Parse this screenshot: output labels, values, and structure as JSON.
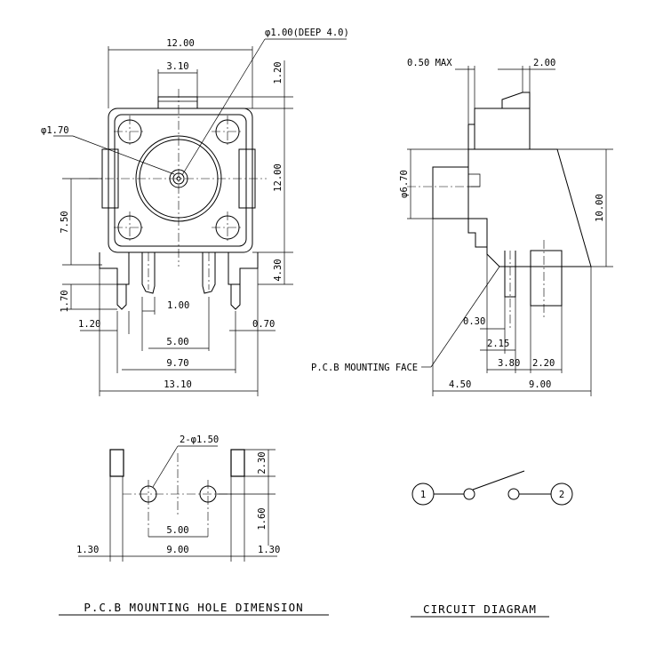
{
  "front_view": {
    "width_label": "12.00",
    "actuator_width_label": "3.10",
    "hole_depth_label": "φ1.00(DEEP 4.0)",
    "corner_hole_label": "φ1.70",
    "actuator_height_label": "1.20",
    "body_height_label": "12.00",
    "offset_label": "7.50",
    "terminal_height_label": "4.30",
    "tab_label": "1.70",
    "pin_width_label": "1.00",
    "left_offset_label": "1.20",
    "right_offset_label": "0.70",
    "pin_spacing_label": "5.00",
    "outer_span_label": "9.70",
    "total_width_label": "13.10"
  },
  "side_view": {
    "max_label": "0.50 MAX",
    "top_label": "2.00",
    "dia_label": "φ6.70",
    "height_label": "10.00",
    "gap_label": "0.30",
    "pin_label": "2.15",
    "span_a_label": "3.80",
    "span_b_label": "2.20",
    "left_label": "4.50",
    "right_label": "9.00",
    "pcb_face_label": "P.C.B MOUNTING FACE"
  },
  "pcb_holes": {
    "hole_label": "2-φ1.50",
    "slot_height_label": "2.30",
    "vertical_label": "1.60",
    "hole_spacing_label": "5.00",
    "left_margin_label": "1.30",
    "center_span_label": "9.00",
    "right_margin_label": "1.30",
    "title": "P.C.B MOUNTING HOLE DIMENSION"
  },
  "circuit": {
    "terminal_1": "1",
    "terminal_2": "2",
    "title": "CIRCUIT DIAGRAM"
  }
}
